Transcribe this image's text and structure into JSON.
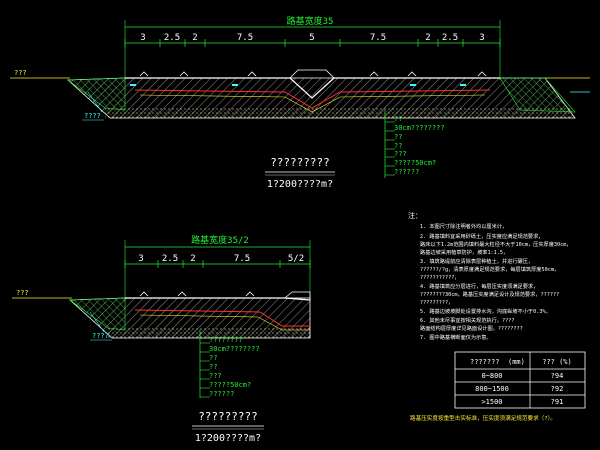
{
  "colors": {
    "background": "#000000",
    "dimension": "#22ee33",
    "outline": "#ffffff",
    "cyan": "#33ffff",
    "yellow": "#ffee33",
    "red": "#ff3030",
    "magenta": "#ff44ff"
  },
  "top_section": {
    "width_label": "路基宽度35",
    "dims": [
      "3",
      "2.5",
      "2",
      "7.5",
      "5",
      "7.5",
      "2",
      "2.5",
      "3"
    ],
    "ground_label": "???",
    "fill_label": "????",
    "callouts": [
      "??",
      "30cm????????",
      "??",
      "??",
      "???",
      "?????50cm?",
      "??????"
    ],
    "title": "?????????",
    "scale": "1?200????m?"
  },
  "bottom_section": {
    "width_label": "路基宽度35/2",
    "dims": [
      "3",
      "2.5",
      "2",
      "7.5",
      "5/2"
    ],
    "ground_label": "???",
    "fill_label": "????",
    "callouts": [
      "????????",
      "30cm????????",
      "??",
      "??",
      "???",
      "?????50cm?",
      "??????"
    ],
    "title": "?????????",
    "scale": "1?200????m?"
  },
  "notes": {
    "heading": "注：",
    "lines": [
      "1. 本图尺寸除注明者外均以厘米计，",
      "2. 路基填料宜采用砂砾土，压实度应满足规范要求，",
      "   路床以下1.2m范围内填料最大粒径不大于10cm，压实厚度30cm，",
      "   路基边坡采用植草防护，坡率1:1.5，",
      "3. 填筑路堤前应清除表层种植土，并进行碾压，",
      "   ??????/?g，清表厚度满足规范要求，每层填筑厚度50cm，",
      "   ???????????，",
      "4. 路基填筑应分层进行，每层压实度须满足要求，",
      "   ????????30cm，路基压实度满足设计及规范要求，??????",
      "   ?????????，",
      "5. 路基边坡坡脚处设置排水沟，沟底纵坡不小于0.3%，",
      "6. 其他未尽事宜按相关规范执行。????",
      "   路面结构层厚度详见路面设计图，????????",
      "7. 图中路基横断面仅为示意。"
    ]
  },
  "table": {
    "headers": [
      "???????",
      "(mm)",
      "??? (%)"
    ],
    "rows": [
      [
        "0~800",
        "?94"
      ],
      [
        "800~1500",
        "?92"
      ],
      [
        ">1500",
        "?91"
      ]
    ]
  },
  "footer_note": "路基压实度按重型击实标准，压实度须满足规范要求（?）。"
}
